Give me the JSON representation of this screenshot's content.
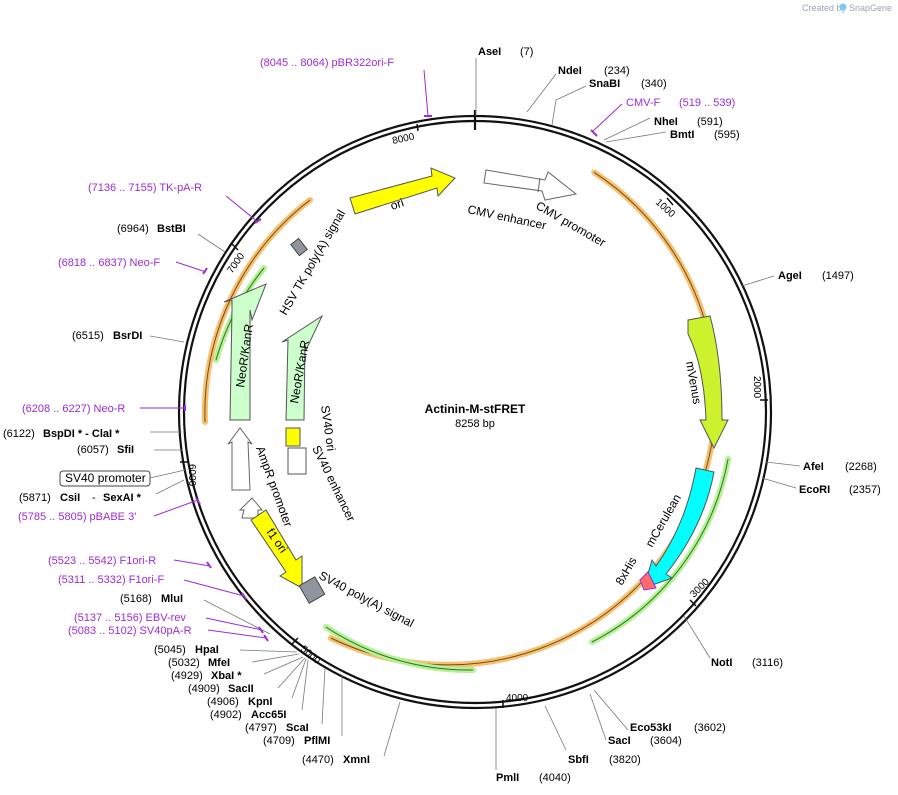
{
  "credit": {
    "created_by": "Created by",
    "brand": "SnapGene"
  },
  "plasmid": {
    "name": "Actinin-M-stFRET",
    "length_label": "8258 bp",
    "length": 8258
  },
  "colors": {
    "feature_yellow": "#ffff00",
    "feature_cyan": "#00ffff",
    "feature_green_pale": "#ccffcc",
    "feature_lime": "#ccf22d",
    "primer": "#9d2bd5",
    "orf_orange": "#f5c070",
    "orf_green": "#b6f09a"
  },
  "ticks": [
    "1000",
    "2000",
    "3000",
    "4000",
    "5000",
    "6000",
    "7000",
    "8000"
  ],
  "enzymes": [
    {
      "name": "AseI",
      "pos": "(7)"
    },
    {
      "name": "NdeI",
      "pos": "(234)"
    },
    {
      "name": "SnaBI",
      "pos": "(340)"
    },
    {
      "name": "NheI",
      "pos": "(591)"
    },
    {
      "name": "BmtI",
      "pos": "(595)"
    },
    {
      "name": "AgeI",
      "pos": "(1497)"
    },
    {
      "name": "AfeI",
      "pos": "(2268)"
    },
    {
      "name": "EcoRI",
      "pos": "(2357)"
    },
    {
      "name": "NotI",
      "pos": "(3116)"
    },
    {
      "name": "Eco53kI",
      "pos": "(3602)"
    },
    {
      "name": "SacI",
      "pos": "(3604)"
    },
    {
      "name": "SbfI",
      "pos": "(3820)"
    },
    {
      "name": "PmlI",
      "pos": "(4040)"
    },
    {
      "name": "XmnI",
      "pos": "(4470)"
    },
    {
      "name": "PflMI",
      "pos": "(4709)"
    },
    {
      "name": "ScaI",
      "pos": "(4797)"
    },
    {
      "name": "Acc65I",
      "pos": "(4902)"
    },
    {
      "name": "KpnI",
      "pos": "(4906)"
    },
    {
      "name": "SacII",
      "pos": "(4909)"
    },
    {
      "name": "XbaI *",
      "pos": "(4929)"
    },
    {
      "name": "MfeI",
      "pos": "(5032)"
    },
    {
      "name": "HpaI",
      "pos": "(5045)"
    },
    {
      "name": "MluI",
      "pos": "(5168)"
    },
    {
      "name": "SfiI",
      "pos": "(6057)"
    },
    {
      "name": "BspDI * - ClaI *",
      "pos": "(6122)"
    },
    {
      "name": "BsrDI",
      "pos": "(6515)"
    },
    {
      "name": "BstBI",
      "pos": "(6964)"
    }
  ],
  "csi_sexai": {
    "pos": "(5871)",
    "name1": "CsiI",
    "sep": "-",
    "name2": "SexAI *"
  },
  "primers": [
    {
      "label": "(8045 .. 8064)  pBR322ori-F"
    },
    {
      "name": "CMV-F",
      "range": "(519 .. 539)"
    },
    {
      "label": "(7136 .. 7155)  TK-pA-R"
    },
    {
      "label": "(6818 .. 6837)  Neo-F"
    },
    {
      "label": "(6208 .. 6227)  Neo-R"
    },
    {
      "label": "(5785 .. 5805)  pBABE 3'"
    },
    {
      "label": "(5523 .. 5542)  F1ori-R"
    },
    {
      "label": "(5311 .. 5332)  F1ori-F"
    },
    {
      "label": "(5137 .. 5156)  EBV-rev"
    },
    {
      "label": "(5083 .. 5102)  SV40pA-R"
    }
  ],
  "features": {
    "ori": "ori",
    "cmv_enhancer": "CMV enhancer",
    "cmv_promoter": "CMV promoter",
    "hsv_tk": "HSV TK poly(A) signal",
    "neor_outer": "NeoR/KanR",
    "neor_inner": "NeoR/KanR",
    "sv40_ori": "SV40 ori",
    "sv40_enhancer": "SV40 enhancer",
    "ampr_promoter": "AmpR promoter",
    "f1_ori": "f1 ori",
    "sv40_polya": "SV40 poly(A) signal",
    "mvenus": "mVenus",
    "mcerulean": "mCerulean",
    "his": "8xHis",
    "sv40_promoter_box": "SV40 promoter"
  }
}
